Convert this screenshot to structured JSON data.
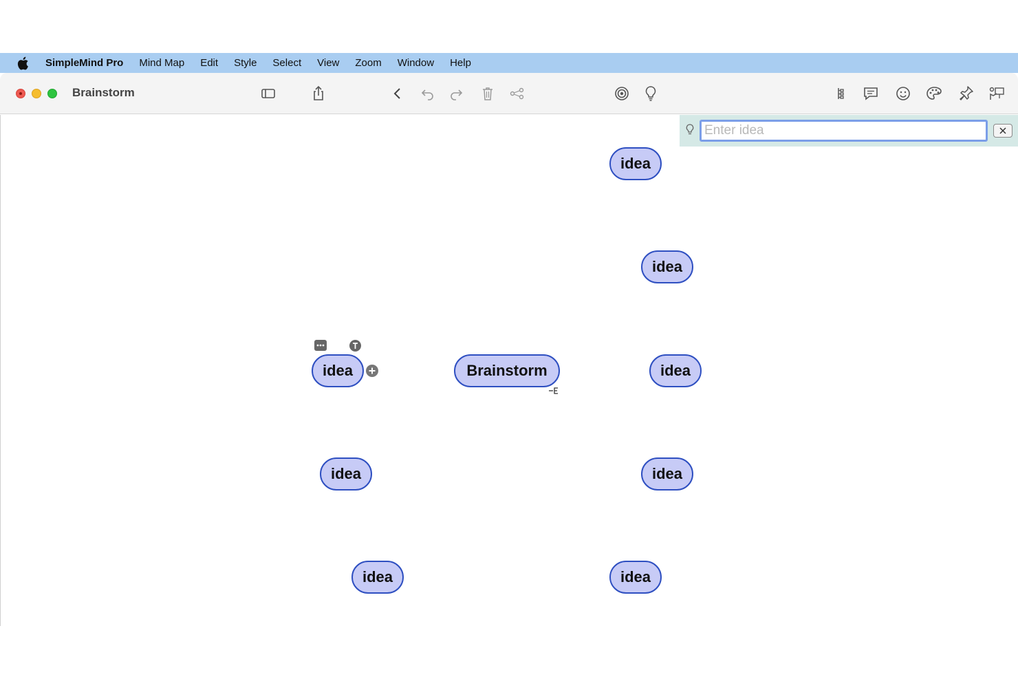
{
  "menubar": {
    "apple_icon": "apple-logo-icon",
    "app_name": "SimpleMind Pro",
    "items": [
      "Mind Map",
      "Edit",
      "Style",
      "Select",
      "View",
      "Zoom",
      "Window",
      "Help"
    ]
  },
  "window": {
    "title": "Brainstorm",
    "traffic_colors": {
      "close": "#ee5a52",
      "minimize": "#f5bd2f",
      "maximize": "#2ec440"
    }
  },
  "toolbar": {
    "icons": [
      "sidebar-icon",
      "share-icon",
      "back-icon",
      "undo-icon",
      "redo-icon",
      "trash-icon",
      "relations-icon",
      "target-icon",
      "lightbulb-icon",
      "layout-icon",
      "note-icon",
      "emoji-icon",
      "palette-icon",
      "pin-icon",
      "presenter-icon"
    ]
  },
  "idea_bar": {
    "placeholder": "Enter idea",
    "value": ""
  },
  "mindmap": {
    "central_topic": "Brainstorm",
    "node_fill": "#c7cbf6",
    "node_border": "#2e4fc1",
    "ideas": [
      "idea",
      "idea",
      "idea",
      "idea",
      "idea",
      "idea",
      "idea",
      "idea"
    ]
  }
}
